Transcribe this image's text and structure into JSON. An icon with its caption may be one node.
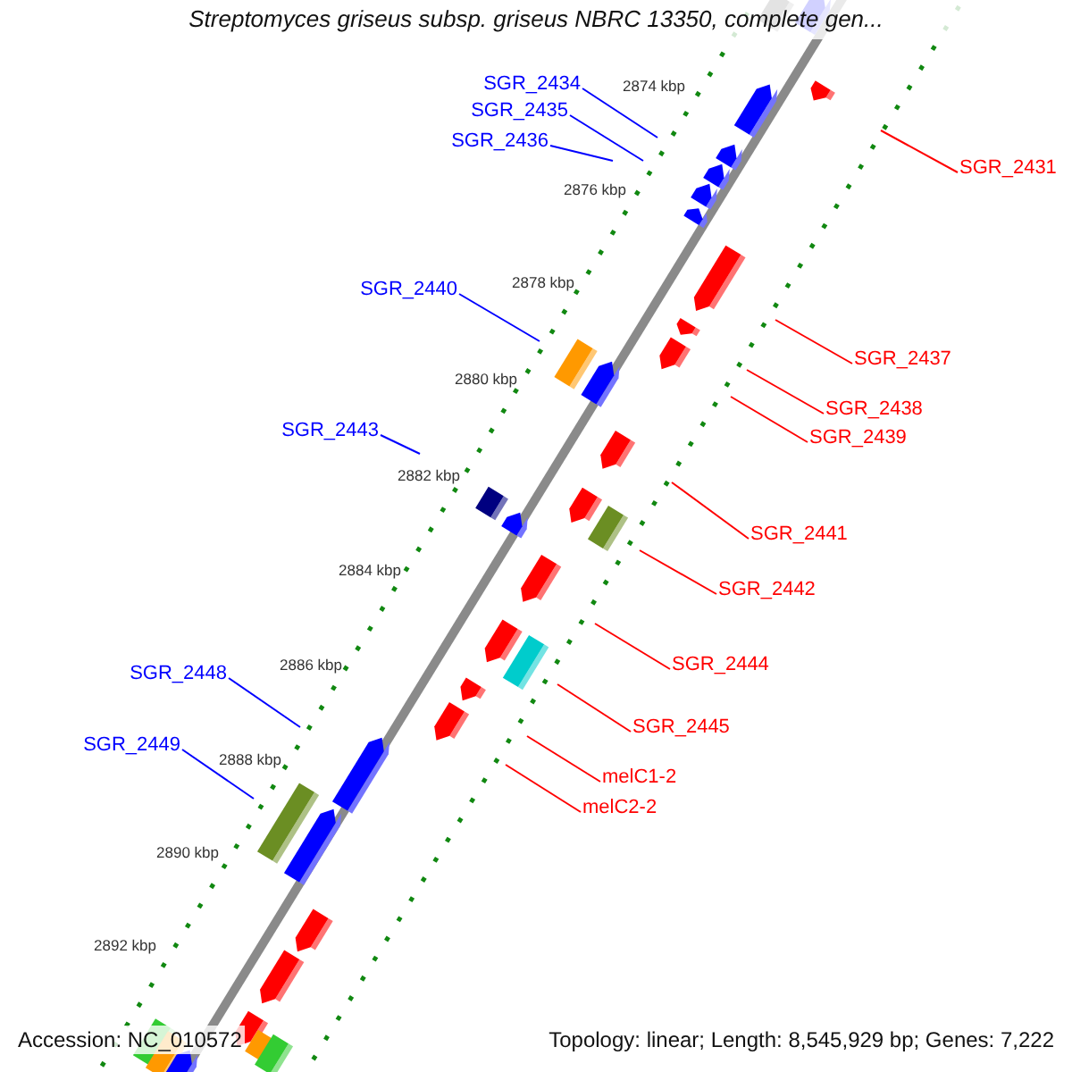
{
  "diagram": {
    "title": "Streptomyces griseus subsp. griseus NBRC 13350, complete gen...",
    "nodes": [
      {
        "text": [
          "SGR_2434"
        ]
      },
      {
        "text": [
          "SGR_2435"
        ]
      },
      {
        "text": [
          "SGR_2436"
        ]
      },
      {
        "text": [
          "SGR_2431"
        ]
      },
      {
        "text": [
          "SGR_2440"
        ]
      },
      {
        "text": [
          "SGR_2437"
        ]
      },
      {
        "text": [
          "SGR_2438"
        ]
      },
      {
        "text": [
          "SGR_2443"
        ]
      },
      {
        "text": [
          "SGR_2439"
        ]
      },
      {
        "text": [
          "SGR_2441"
        ]
      },
      {
        "text": [
          "SGR_2442"
        ]
      },
      {
        "text": [
          "SGR_2444"
        ]
      },
      {
        "text": [
          "SGR_2448"
        ]
      },
      {
        "text": [
          "SGR_2445"
        ]
      },
      {
        "text": [
          "SGR_2449"
        ]
      },
      {
        "text": [
          "melC1-2"
        ]
      },
      {
        "text": [
          "melC2-2"
        ]
      }
    ],
    "edges": [
      {
        "from": 0,
        "to": null,
        "arrow": "none",
        "color": "#0000ff"
      },
      {
        "from": 1,
        "to": null,
        "arrow": "none",
        "color": "#0000ff"
      },
      {
        "from": 2,
        "to": null,
        "arrow": "none",
        "color": "#0000ff"
      },
      {
        "from": 3,
        "to": null,
        "arrow": "none"
      },
      {
        "from": 4,
        "to": null,
        "arrow": "none",
        "color": "#0000ff"
      },
      {
        "from": 5,
        "to": null,
        "arrow": "none"
      },
      {
        "from": 6,
        "to": null,
        "arrow": "none"
      },
      {
        "from": 7,
        "to": null,
        "arrow": "none",
        "color": "#0000ff"
      },
      {
        "from": 8,
        "to": null,
        "arrow": "none"
      },
      {
        "from": 9,
        "to": null,
        "arrow": "none"
      },
      {
        "from": 10,
        "to": null,
        "arrow": "none"
      },
      {
        "from": 11,
        "to": null,
        "arrow": "none"
      },
      {
        "from": 12,
        "to": null,
        "arrow": "none",
        "color": "#0000ff"
      },
      {
        "from": 13,
        "to": null,
        "arrow": "none"
      },
      {
        "from": 14,
        "to": null,
        "arrow": "none",
        "color": "#0000ff"
      },
      {
        "from": 15,
        "to": null,
        "arrow": "none"
      },
      {
        "from": 16,
        "to": null,
        "arrow": "none"
      }
    ],
    "labels": [
      "2874 kbp",
      "2876 kbp",
      "2878 kbp",
      "2880 kbp",
      "2882 kbp",
      "2884 kbp",
      "2886 kbp",
      "2888 kbp",
      "2890 kbp",
      "2892 kbp",
      "Accession: NC_010572",
      "Topology: linear; Length: 8,545,929 bp; Genes: 7,222"
    ]
  }
}
